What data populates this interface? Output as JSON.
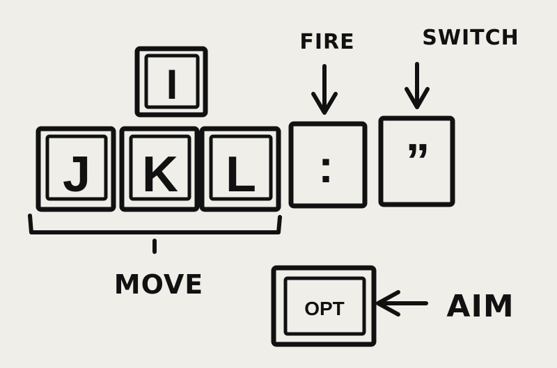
{
  "keys": {
    "i": "I",
    "j": "J",
    "k": "K",
    "l": "L",
    "semicolon": ":",
    "quote": "”",
    "opt": "OPT"
  },
  "labels": {
    "fire": "FIRE",
    "switch": "SWITCH",
    "move": "MOVE",
    "aim": "AIM"
  },
  "colors": {
    "ink": "#111111",
    "paper": "#efeee9"
  }
}
